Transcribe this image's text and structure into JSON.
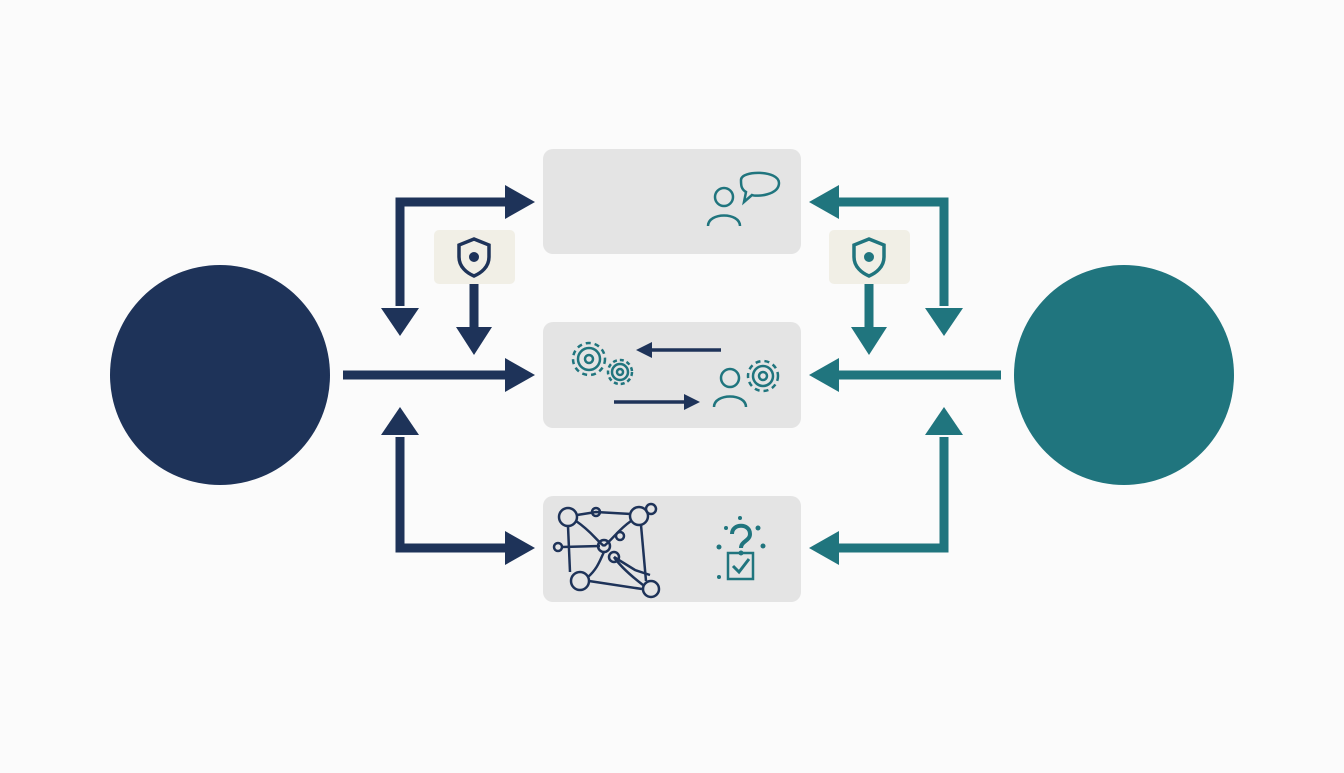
{
  "colors": {
    "background": "#fbfbfb",
    "navy": "#1e3359",
    "teal": "#20757e",
    "panel": "#e4e4e4",
    "badge": "#f1efe6"
  },
  "nodes": {
    "left_circle": {
      "color": "navy"
    },
    "right_circle": {
      "color": "teal"
    }
  },
  "panels": [
    {
      "id": "top",
      "icons": [
        "person-speech-bubble-icon"
      ]
    },
    {
      "id": "middle",
      "icons": [
        "gears-icon",
        "arrow-left-icon",
        "arrow-right-icon",
        "person-gear-icon"
      ]
    },
    {
      "id": "bottom",
      "icons": [
        "network-nodes-icon",
        "question-checkbox-icon"
      ]
    }
  ],
  "badges": [
    {
      "side": "left",
      "icon": "shield-icon"
    },
    {
      "side": "right",
      "icon": "shield-icon"
    }
  ]
}
